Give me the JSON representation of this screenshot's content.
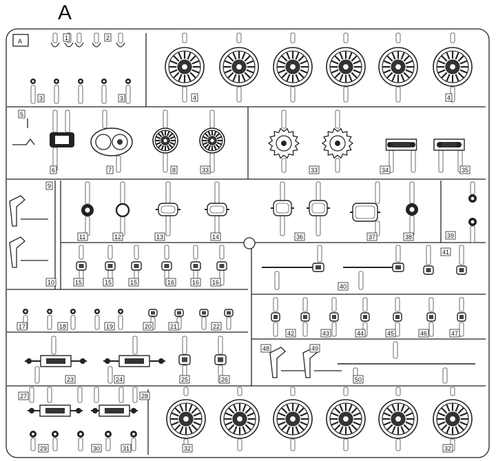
{
  "sprue": {
    "title": "A",
    "corner_tag": "A",
    "labels": [
      {
        "id": "p1",
        "text": "1"
      },
      {
        "id": "p2",
        "text": "2"
      },
      {
        "id": "p3a",
        "text": "3"
      },
      {
        "id": "p3b",
        "text": "3"
      },
      {
        "id": "p4a",
        "text": "4"
      },
      {
        "id": "p4b",
        "text": "4"
      },
      {
        "id": "p5",
        "text": "5"
      },
      {
        "id": "p6",
        "text": "6"
      },
      {
        "id": "p7",
        "text": "7"
      },
      {
        "id": "p8",
        "text": "8"
      },
      {
        "id": "p33a",
        "text": "33"
      },
      {
        "id": "p33b",
        "text": "33"
      },
      {
        "id": "p34",
        "text": "34"
      },
      {
        "id": "p35",
        "text": "35"
      },
      {
        "id": "p9",
        "text": "9"
      },
      {
        "id": "p10",
        "text": "10"
      },
      {
        "id": "p11",
        "text": "11"
      },
      {
        "id": "p12",
        "text": "12"
      },
      {
        "id": "p13",
        "text": "13"
      },
      {
        "id": "p14",
        "text": "14"
      },
      {
        "id": "p36",
        "text": "36"
      },
      {
        "id": "p37",
        "text": "37"
      },
      {
        "id": "p38",
        "text": "38"
      },
      {
        "id": "p39",
        "text": "39"
      },
      {
        "id": "p41",
        "text": "41"
      },
      {
        "id": "p15a",
        "text": "15"
      },
      {
        "id": "p15b",
        "text": "15"
      },
      {
        "id": "p15c",
        "text": "15"
      },
      {
        "id": "p16a",
        "text": "16"
      },
      {
        "id": "p16b",
        "text": "16"
      },
      {
        "id": "p16c",
        "text": "16"
      },
      {
        "id": "p40",
        "text": "40"
      },
      {
        "id": "p17",
        "text": "17"
      },
      {
        "id": "p18",
        "text": "18"
      },
      {
        "id": "p19",
        "text": "19"
      },
      {
        "id": "p20",
        "text": "20"
      },
      {
        "id": "p21",
        "text": "21"
      },
      {
        "id": "p22",
        "text": "22"
      },
      {
        "id": "p42",
        "text": "42"
      },
      {
        "id": "p43",
        "text": "43"
      },
      {
        "id": "p44",
        "text": "44"
      },
      {
        "id": "p45",
        "text": "45"
      },
      {
        "id": "p46",
        "text": "46"
      },
      {
        "id": "p47",
        "text": "47"
      },
      {
        "id": "p23",
        "text": "23"
      },
      {
        "id": "p24",
        "text": "24"
      },
      {
        "id": "p25",
        "text": "25"
      },
      {
        "id": "p26",
        "text": "26"
      },
      {
        "id": "p48",
        "text": "48"
      },
      {
        "id": "p49",
        "text": "49"
      },
      {
        "id": "p50",
        "text": "50"
      },
      {
        "id": "p27",
        "text": "27"
      },
      {
        "id": "p28",
        "text": "28"
      },
      {
        "id": "p29",
        "text": "29"
      },
      {
        "id": "p30",
        "text": "30"
      },
      {
        "id": "p31",
        "text": "31"
      },
      {
        "id": "p32a",
        "text": "32"
      },
      {
        "id": "p32b",
        "text": "32"
      }
    ]
  }
}
